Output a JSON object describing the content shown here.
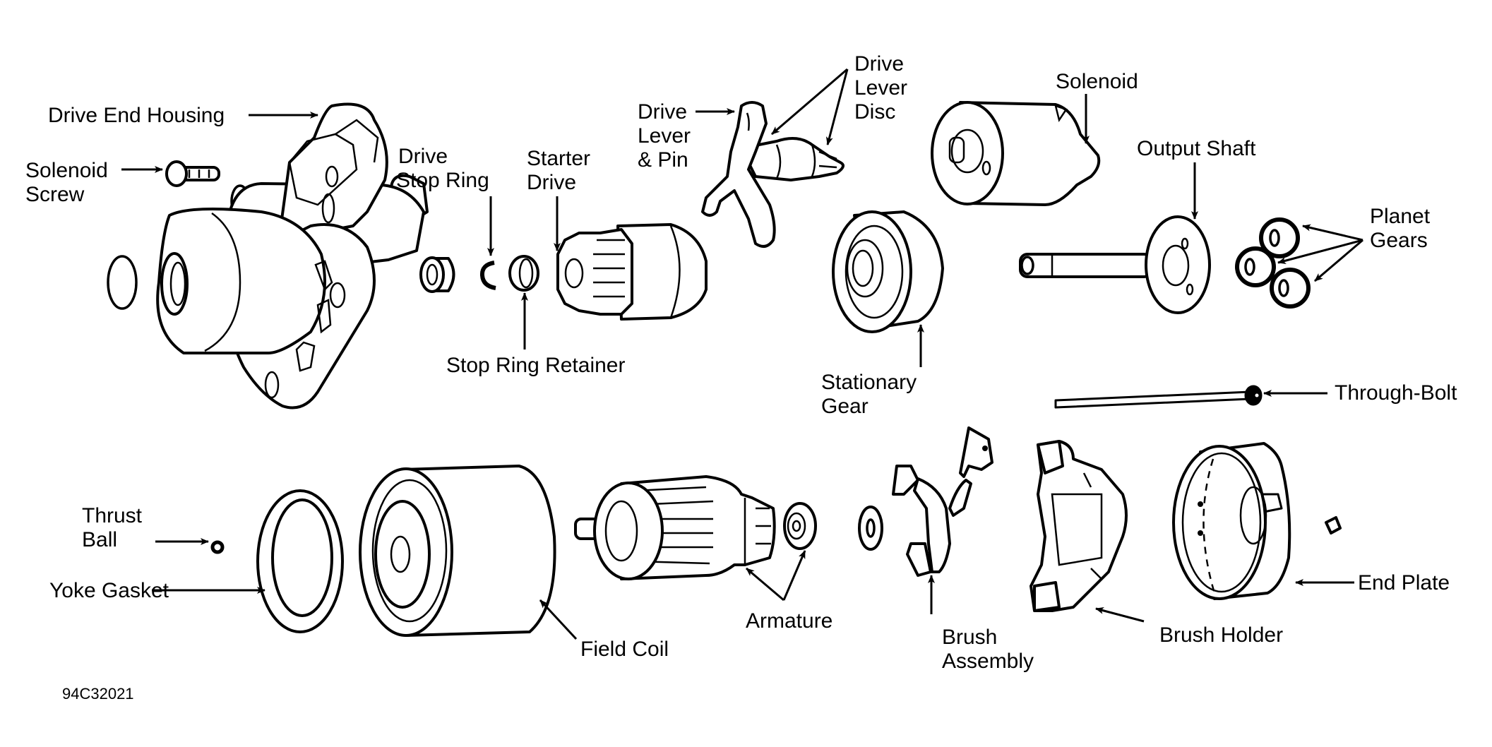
{
  "diagram": {
    "title": "Starter Motor Exploded View",
    "figure_id": "94C32021",
    "labels": {
      "drive_end_housing": [
        "Drive End Housing"
      ],
      "solenoid_screw": [
        "Solenoid",
        "Screw"
      ],
      "drive_stop_ring": [
        "Drive",
        "Stop Ring"
      ],
      "starter_drive": [
        "Starter",
        "Drive"
      ],
      "stop_ring_retainer": [
        "Stop Ring Retainer"
      ],
      "drive_lever_pin": [
        "Drive",
        "Lever",
        "& Pin"
      ],
      "drive_lever_disc": [
        "Drive",
        "Lever",
        "Disc"
      ],
      "solenoid": [
        "Solenoid"
      ],
      "output_shaft": [
        "Output Shaft"
      ],
      "planet_gears": [
        "Planet",
        "Gears"
      ],
      "stationary_gear": [
        "Stationary",
        "Gear"
      ],
      "through_bolt": [
        "Through-Bolt"
      ],
      "thrust_ball": [
        "Thrust",
        "Ball"
      ],
      "yoke_gasket": [
        "Yoke Gasket"
      ],
      "field_coil": [
        "Field Coil"
      ],
      "armature": [
        "Armature"
      ],
      "brush_assembly": [
        "Brush",
        "Assembly"
      ],
      "brush_holder": [
        "Brush Holder"
      ],
      "end_plate": [
        "End Plate"
      ]
    }
  }
}
